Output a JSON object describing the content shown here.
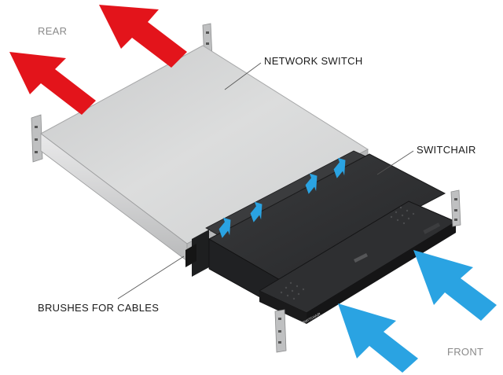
{
  "labels": {
    "rear": "REAR",
    "front": "FRONT",
    "network_switch": "NETWORK SWITCH",
    "switchair": "SWITCHAIR",
    "brushes": "BRUSHES FOR CABLES",
    "brand": "SWITCHAIR"
  },
  "colors": {
    "rear_airflow": "#e3141b",
    "front_airflow": "#2aa3e2",
    "switch_top": "#d8d9da",
    "switchair_body": "#2b2c2e"
  },
  "icons": {
    "rear_arrows": "arrow-up-left",
    "front_arrows": "arrow-up-left",
    "inner_arrows": "arrow-up"
  }
}
